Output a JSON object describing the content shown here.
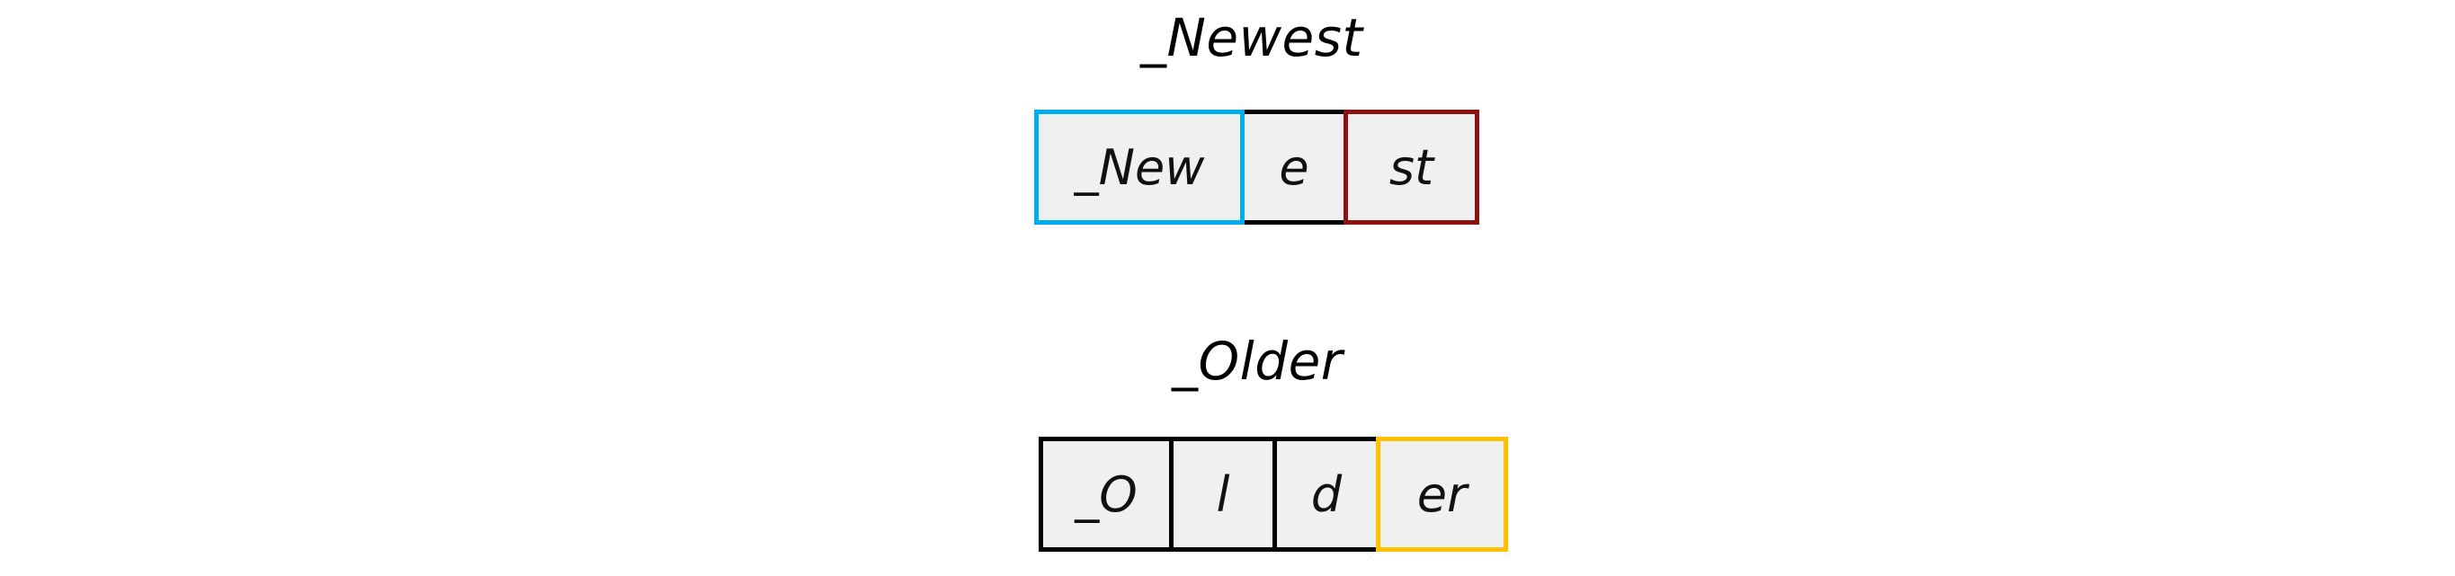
{
  "figure": {
    "type": "tokenization-diagram",
    "background_color": "#FFFFFF",
    "cell_fill_color": "#F0F0F0"
  },
  "groups": [
    {
      "id": "newest",
      "word": "_Newest",
      "tokens": [
        {
          "text": "_New",
          "border_color": "#00AEEF",
          "border_name": "blue"
        },
        {
          "text": "e",
          "border_color": "#000000",
          "border_name": "black"
        },
        {
          "text": "st",
          "border_color": "#8B1113",
          "border_name": "dark-red"
        }
      ]
    },
    {
      "id": "older",
      "word": "_Older",
      "tokens": [
        {
          "text": "_O",
          "border_color": "#000000",
          "border_name": "black"
        },
        {
          "text": "l",
          "border_color": "#000000",
          "border_name": "black"
        },
        {
          "text": "d",
          "border_color": "#000000",
          "border_name": "black"
        },
        {
          "text": "er",
          "border_color": "#FFC000",
          "border_name": "amber"
        }
      ]
    }
  ]
}
